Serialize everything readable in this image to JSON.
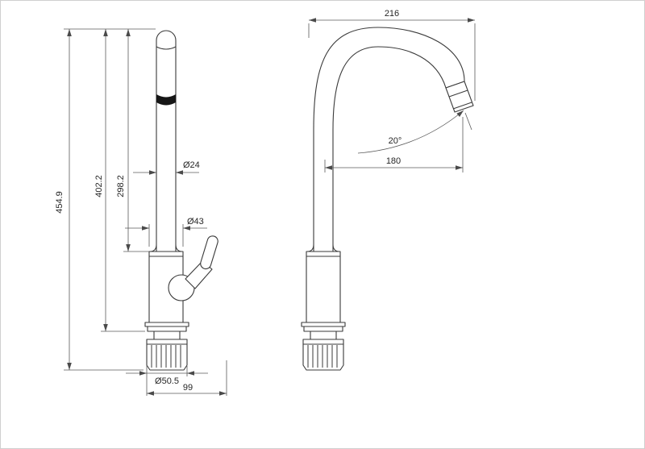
{
  "page": {
    "background": "#ffffff",
    "line_color": "#3a3a3a",
    "dimension_line_color": "#5a5a5a"
  },
  "dims": {
    "overall_height": "454.9",
    "upper_height": "402.2",
    "spout_pipe_height": "298.2",
    "pipe_diameter": "Ø24",
    "body_diameter": "Ø43",
    "base_diameter": "Ø50.5",
    "base_width": "99",
    "top_width": "216",
    "spout_angle": "20°",
    "spout_reach": "180"
  }
}
